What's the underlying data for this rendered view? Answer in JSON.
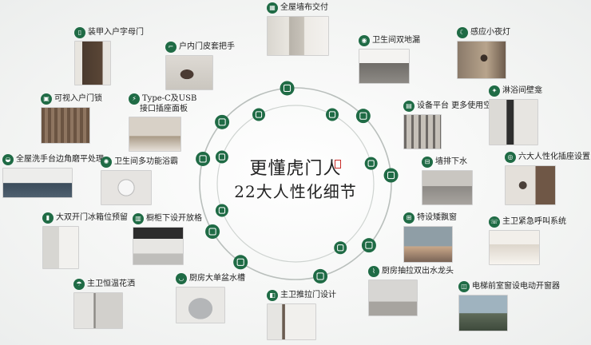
{
  "title_line1": "更懂虎门人",
  "title_line2": "22大人性化细节",
  "features": [
    {
      "id": "f1",
      "label": "全屋墙布交付",
      "icon": "wallpaper-icon",
      "glyph": "▦"
    },
    {
      "id": "f2",
      "label": "装甲入户字母门",
      "icon": "door-icon",
      "glyph": "▯"
    },
    {
      "id": "f3",
      "label": "户内门皮套把手",
      "icon": "handle-icon",
      "glyph": "⌐"
    },
    {
      "id": "f4",
      "label": "卫生间双地漏",
      "icon": "drain-icon",
      "glyph": "◉"
    },
    {
      "id": "f5",
      "label": "感应小夜灯",
      "icon": "night-light-icon",
      "glyph": "☾"
    },
    {
      "id": "f6",
      "label": "可视入户门锁",
      "icon": "lock-icon",
      "glyph": "▣"
    },
    {
      "id": "f7",
      "label": "Type-C及USB",
      "label2": "接口插座面板",
      "icon": "usb-socket-icon",
      "glyph": "⚡"
    },
    {
      "id": "f8",
      "label": "设备平台 更多使用空间",
      "icon": "platform-icon",
      "glyph": "▤"
    },
    {
      "id": "f9",
      "label": "淋浴间壁龛",
      "icon": "shower-icon",
      "glyph": "✦"
    },
    {
      "id": "f10",
      "label": "全屋洗手台边角磨平处理",
      "icon": "sink-icon",
      "glyph": "◒"
    },
    {
      "id": "f11",
      "label": "卫生间多功能浴霸",
      "icon": "heater-icon",
      "glyph": "✺"
    },
    {
      "id": "f12",
      "label": "墙排下水",
      "icon": "pipe-icon",
      "glyph": "⊟"
    },
    {
      "id": "f13",
      "label": "六大人性化插座设置",
      "icon": "socket-icon",
      "glyph": "◎"
    },
    {
      "id": "f14",
      "label": "大双开门冰箱位预留",
      "icon": "fridge-icon",
      "glyph": "▮"
    },
    {
      "id": "f15",
      "label": "橱柜下设开放格",
      "icon": "cabinet-icon",
      "glyph": "▥"
    },
    {
      "id": "f16",
      "label": "特设矮飘窗",
      "icon": "window-icon",
      "glyph": "⊞"
    },
    {
      "id": "f17",
      "label": "主卫紧急呼叫系统",
      "icon": "alarm-icon",
      "glyph": "☏"
    },
    {
      "id": "f18",
      "label": "主卫恒温花洒",
      "icon": "showerhead-icon",
      "glyph": "☂"
    },
    {
      "id": "f19",
      "label": "厨房大单盆水槽",
      "icon": "basin-icon",
      "glyph": "◡"
    },
    {
      "id": "f20",
      "label": "厨房抽拉双出水龙头",
      "icon": "faucet-icon",
      "glyph": "⌇"
    },
    {
      "id": "f21",
      "label": "主卫推拉门设计",
      "icon": "sliding-door-icon",
      "glyph": "◧"
    },
    {
      "id": "f22",
      "label": "电梯前室窗设电动开窗器",
      "icon": "motor-window-icon",
      "glyph": "◫"
    }
  ],
  "colors": {
    "accent": "#1f6b45",
    "ring": "#a8aeab"
  }
}
